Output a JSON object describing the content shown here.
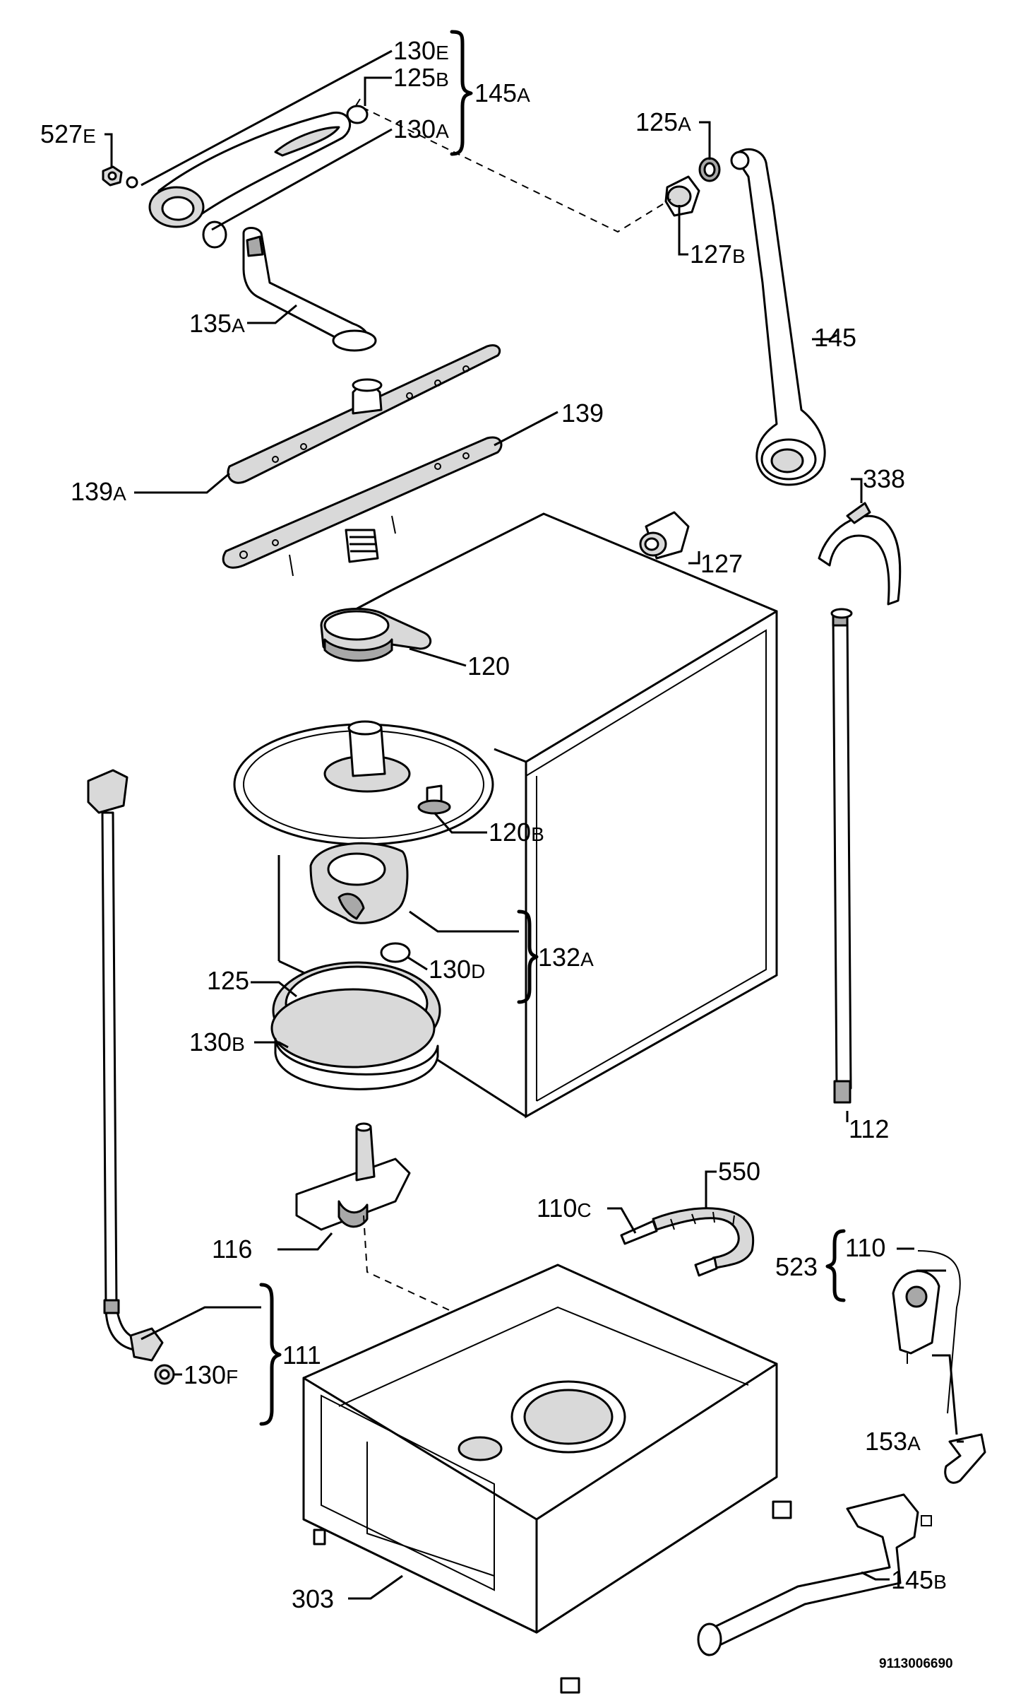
{
  "labels": {
    "l130E": {
      "num": "130",
      "suf": "E"
    },
    "l125B": {
      "num": "125",
      "suf": "B"
    },
    "l145A": {
      "num": "145",
      "suf": "A"
    },
    "l130A": {
      "num": "130",
      "suf": "A"
    },
    "l527E": {
      "num": "527",
      "suf": "E"
    },
    "l125A": {
      "num": "125",
      "suf": "A"
    },
    "l127B": {
      "num": "127",
      "suf": "B"
    },
    "l135A": {
      "num": "135",
      "suf": "A"
    },
    "l145": {
      "num": "145"
    },
    "l139": {
      "num": "139"
    },
    "l139A": {
      "num": "139",
      "suf": "A"
    },
    "l338": {
      "num": "338"
    },
    "l127": {
      "num": "127"
    },
    "l120": {
      "num": "120"
    },
    "l120B": {
      "num": "120",
      "suf": "B"
    },
    "l132A": {
      "num": "132",
      "suf": "A"
    },
    "l130D": {
      "num": "130",
      "suf": "D"
    },
    "l125": {
      "num": "125"
    },
    "l130B": {
      "num": "130",
      "suf": "B"
    },
    "l112": {
      "num": "112"
    },
    "l550": {
      "num": "550"
    },
    "l110C": {
      "num": "110",
      "suf": "C"
    },
    "l523": {
      "num": "523"
    },
    "l110": {
      "num": "110"
    },
    "l116": {
      "num": "116"
    },
    "l111": {
      "num": "111"
    },
    "l130F": {
      "num": "130",
      "suf": "F"
    },
    "l153A": {
      "num": "153",
      "suf": "A"
    },
    "l303": {
      "num": "303"
    },
    "l145B": {
      "num": "145",
      "suf": "B"
    }
  },
  "document_number": "9113006690"
}
